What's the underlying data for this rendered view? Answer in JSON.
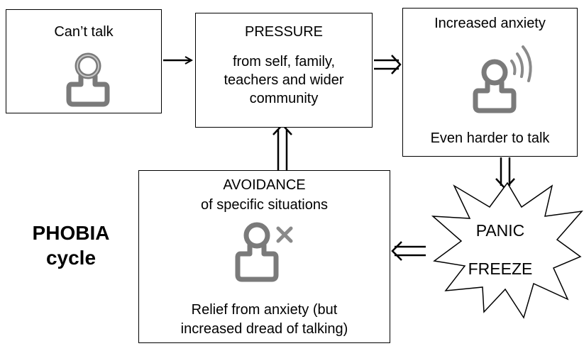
{
  "title": {
    "line1": "PHOBIA",
    "line2": "cycle"
  },
  "boxes": {
    "cant_talk": {
      "label": "Can’t talk"
    },
    "pressure": {
      "heading": "PRESSURE",
      "line1": "from self, family,",
      "line2": "teachers and wider",
      "line3": "community"
    },
    "anxiety": {
      "heading": "Increased anxiety",
      "footer": "Even harder to talk"
    },
    "panic": {
      "line1": "PANIC",
      "line2": "FREEZE"
    },
    "avoidance": {
      "heading": "AVOIDANCE",
      "subheading": "of specific situations",
      "footer1": "Relief from anxiety (but",
      "footer2": "increased dread of talking)"
    }
  },
  "icons": {
    "cant_talk": "person-icon",
    "anxiety": "person-sound-waves-icon",
    "avoidance": "person-cross-icon"
  }
}
